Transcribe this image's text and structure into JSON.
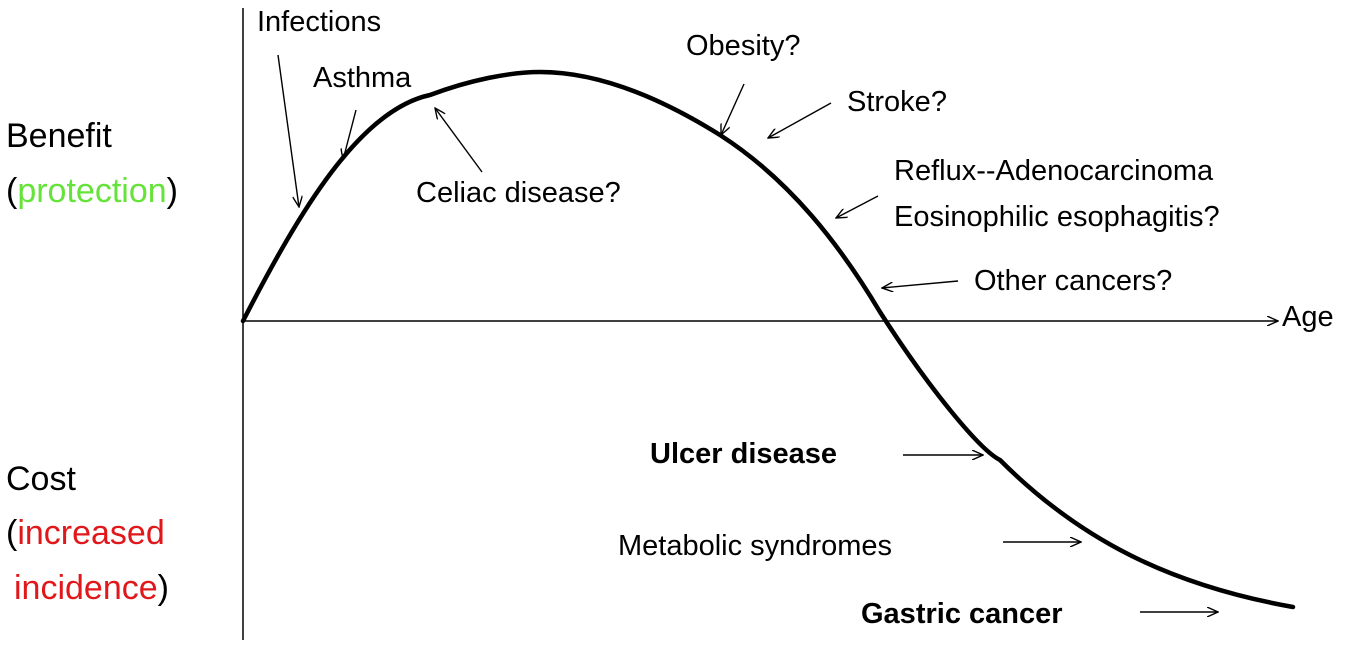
{
  "y_axis": {
    "benefit": {
      "title": "Benefit",
      "open_paren": "(",
      "word": "protection",
      "close_paren": ")",
      "word_color": "#66e33a"
    },
    "cost": {
      "title": "Cost",
      "open_paren": "(",
      "word_line1": "increased",
      "word_line2": "incidence",
      "close_paren": ")",
      "word_color": "#e0181b"
    }
  },
  "x_axis": {
    "label": "Age"
  },
  "annotations": {
    "infections": "Infections",
    "asthma": "Asthma",
    "celiac": "Celiac disease?",
    "obesity": "Obesity?",
    "stroke": "Stroke?",
    "reflux": "Reflux--Adenocarcinoma",
    "eosinophilic": "Eosinophilic esophagitis?",
    "other_cancers": "Other cancers?",
    "ulcer": "Ulcer disease",
    "metabolic": "Metabolic syndromes",
    "gastric": "Gastric cancer"
  },
  "colors": {
    "ink": "#000000",
    "background": "#ffffff"
  }
}
